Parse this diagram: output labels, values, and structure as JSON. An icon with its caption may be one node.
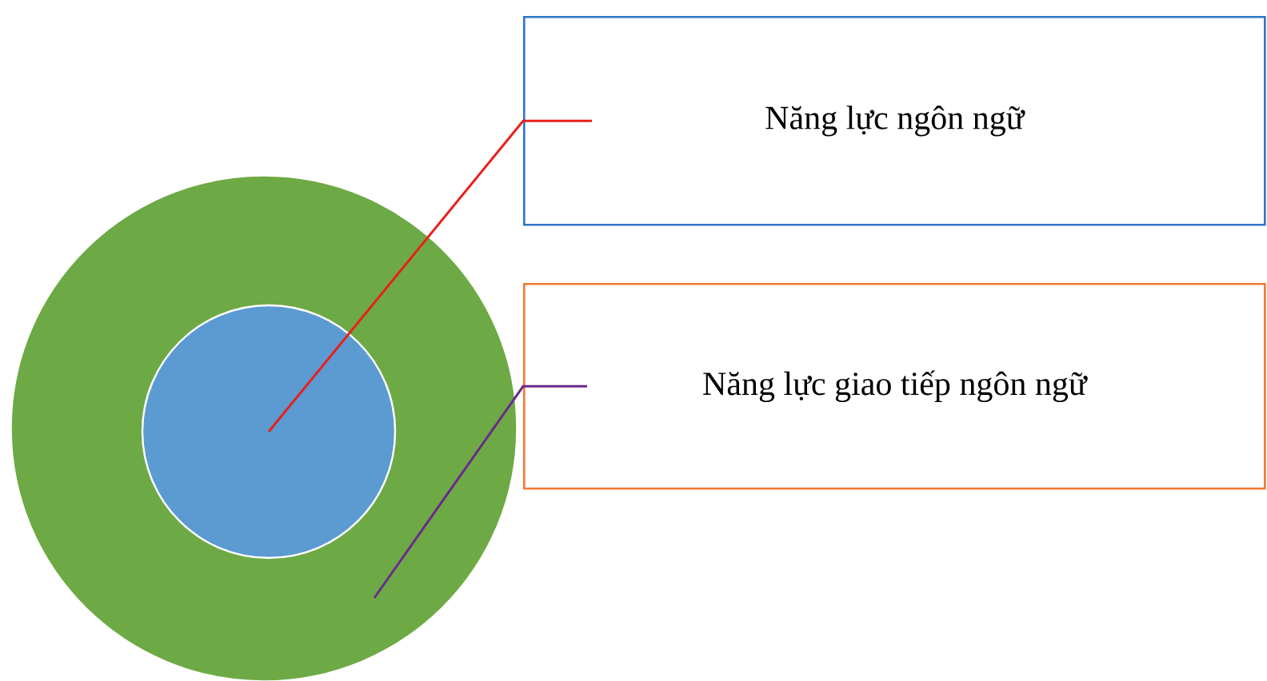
{
  "diagram": {
    "nodes": [
      {
        "text": [],
        "shape": "circle"
      },
      {
        "text": [],
        "shape": "circle",
        "in": 0
      },
      {
        "text": [
          "Năng lực ngôn ngữ"
        ]
      },
      {
        "text": [
          "Năng lực giao tiếp ngôn ngữ"
        ]
      }
    ],
    "edges": [
      {
        "from": 2,
        "to": 1,
        "arrow": "none",
        "color": "#e8201c"
      },
      {
        "from": 3,
        "to": 0,
        "arrow": "none",
        "color": "#6a2a8e"
      }
    ]
  }
}
